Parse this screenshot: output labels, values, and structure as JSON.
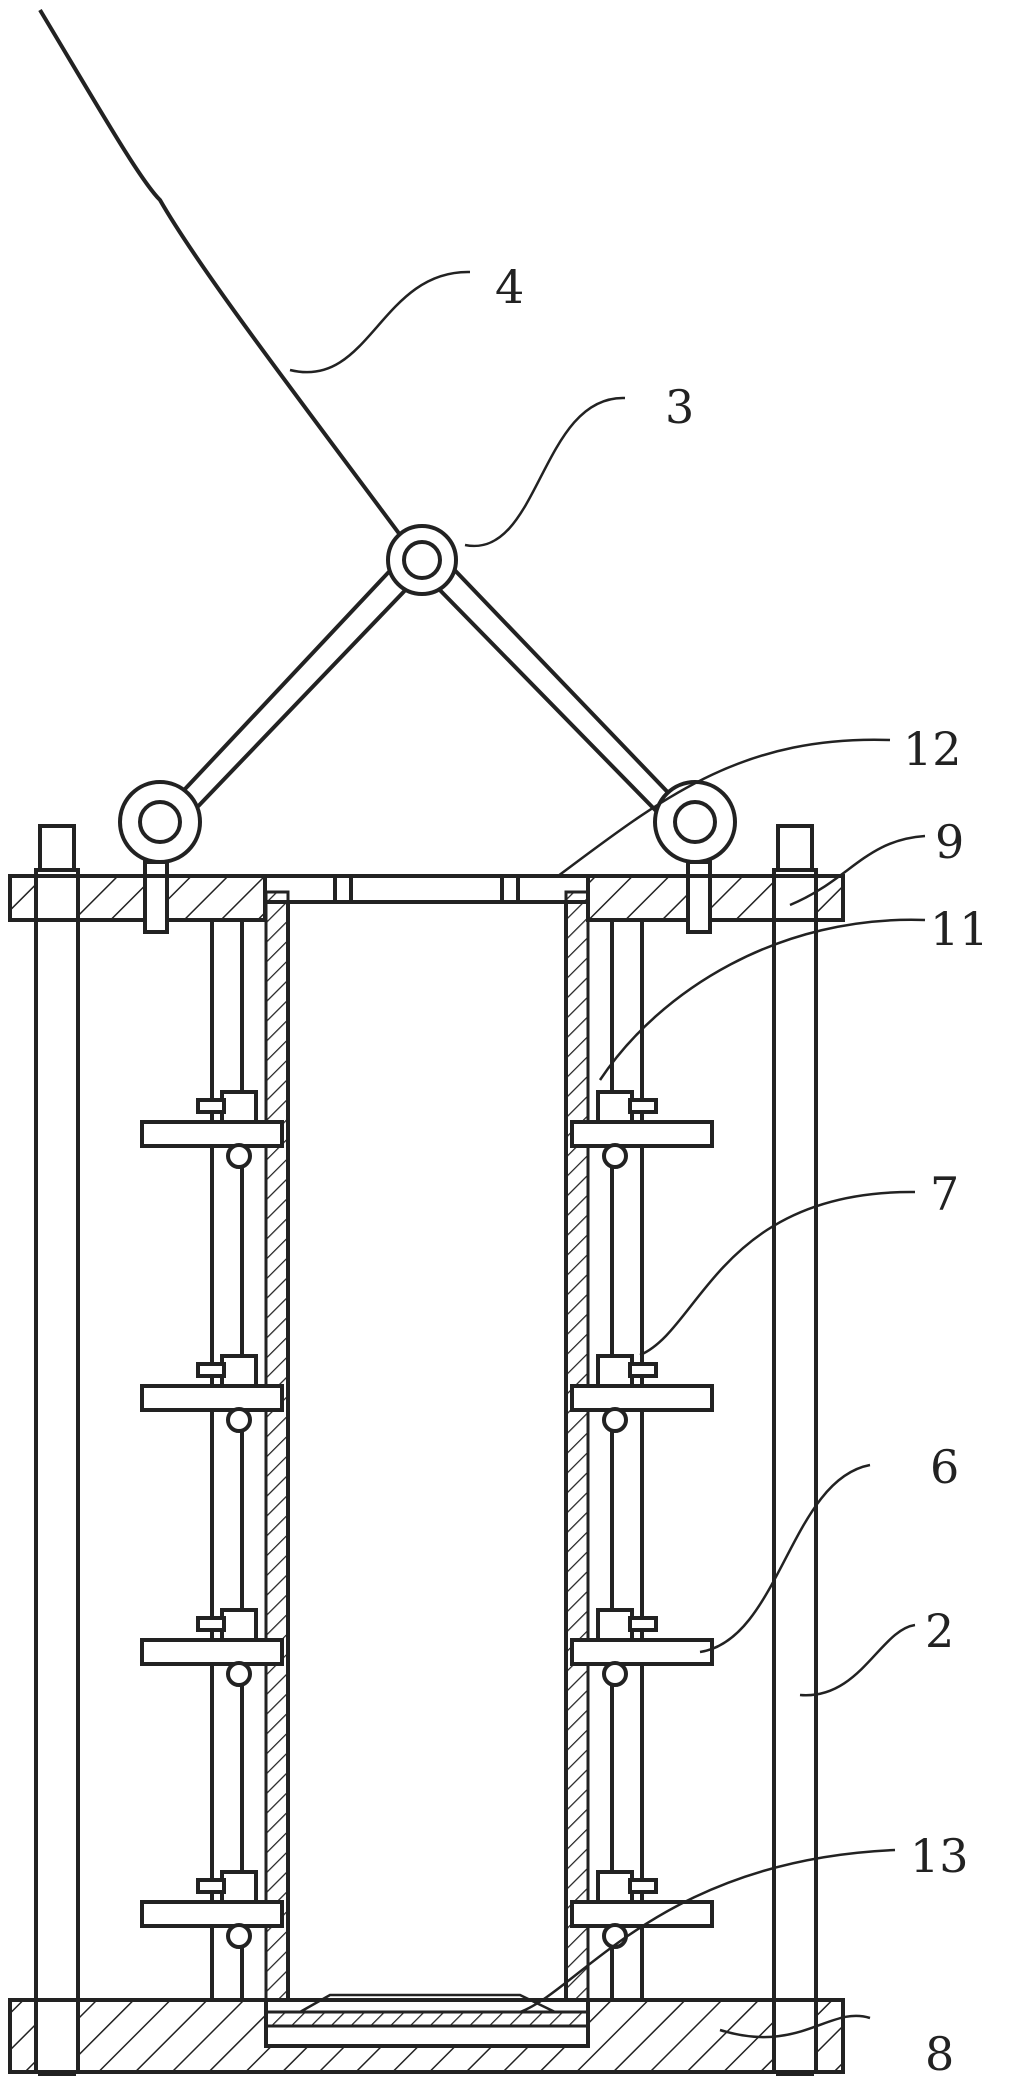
{
  "diagram": {
    "colors": {
      "ink": "#222222",
      "paper": "#ffffff"
    },
    "labels": [
      "4",
      "3",
      "12",
      "9",
      "11",
      "7",
      "6",
      "2",
      "13",
      "8"
    ]
  }
}
